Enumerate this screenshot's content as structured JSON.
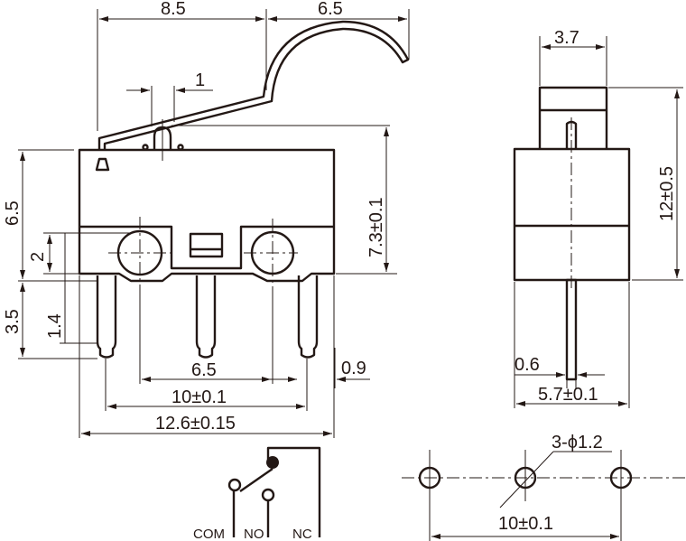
{
  "front_view": {
    "dim_lever_left": "8.5",
    "dim_lever_right": "6.5",
    "dim_plunger": "1",
    "dim_body_height": "6.5",
    "dim_hole_height": "2",
    "dim_pin_length": "3.5",
    "dim_pin_offset": "1.4",
    "dim_total_height": "7.3±0.1",
    "dim_pin_pitch": "6.5",
    "dim_pin_width": "0.9",
    "dim_pin_span": "10±0.1",
    "dim_body_length": "12.6±0.15"
  },
  "side_view": {
    "dim_top_width": "3.7",
    "dim_height": "12±0.5",
    "dim_pin_thickness": "0.6",
    "dim_body_width": "5.7±0.1"
  },
  "pcb_layout": {
    "dim_hole": "3-ϕ1.2",
    "dim_span": "10±0.1"
  },
  "schematic": {
    "label_com": "COM",
    "label_no": "NO",
    "label_nc": "NC"
  }
}
